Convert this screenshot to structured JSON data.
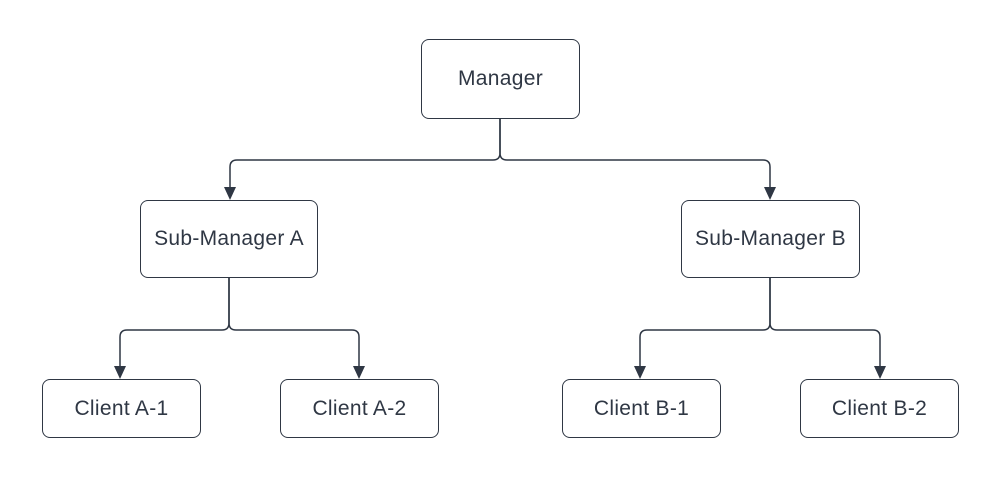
{
  "diagram": {
    "type": "org-chart",
    "nodes": {
      "manager": {
        "label": "Manager"
      },
      "sub_a": {
        "label": "Sub-Manager A"
      },
      "sub_b": {
        "label": "Sub-Manager B"
      },
      "client_a1": {
        "label": "Client A-1"
      },
      "client_a2": {
        "label": "Client A-2"
      },
      "client_b1": {
        "label": "Client B-1"
      },
      "client_b2": {
        "label": "Client B-2"
      }
    },
    "edges": [
      {
        "from": "Manager",
        "to": "Sub-Manager A",
        "arrow": "filled-triangle"
      },
      {
        "from": "Manager",
        "to": "Sub-Manager B",
        "arrow": "filled-triangle"
      },
      {
        "from": "Sub-Manager A",
        "to": "Client A-1",
        "arrow": "filled-triangle"
      },
      {
        "from": "Sub-Manager A",
        "to": "Client A-2",
        "arrow": "filled-triangle"
      },
      {
        "from": "Sub-Manager B",
        "to": "Client B-1",
        "arrow": "filled-triangle"
      },
      {
        "from": "Sub-Manager B",
        "to": "Client B-2",
        "arrow": "filled-triangle"
      }
    ],
    "colors": {
      "line": "#2f3744",
      "text": "#2f3744",
      "node_fill": "#ffffff",
      "background": "#ffffff"
    }
  }
}
